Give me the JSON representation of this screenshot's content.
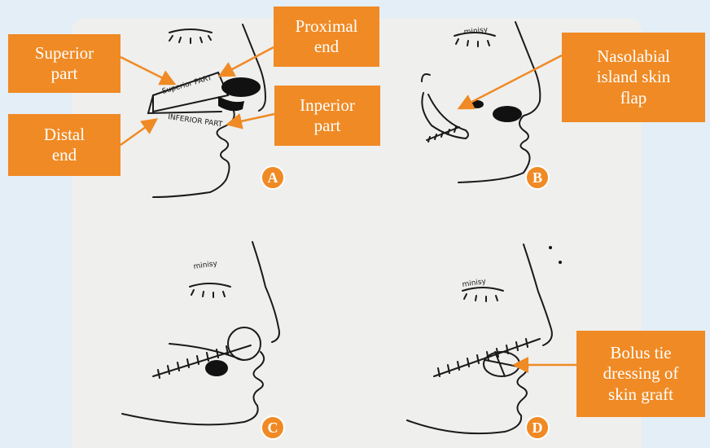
{
  "labels": {
    "superior_part": "Superior\npart",
    "proximal_end": "Proximal\nend",
    "distal_end": "Distal\nend",
    "inperior_part": "Inperior\npart",
    "nasolabial_flap": "Nasolabial\nisland skin\nflap",
    "bolus_tie": "Bolus tie\ndressing of\nskin graft"
  },
  "panels": {
    "a": "A",
    "b": "B",
    "c": "C",
    "d": "D"
  },
  "sketch_text": {
    "superior": "Superior PART",
    "inferior": "INFERIOR PART"
  },
  "colors": {
    "accent": "#f08a24",
    "background": "#e3eef6",
    "paper": "#efefee"
  }
}
